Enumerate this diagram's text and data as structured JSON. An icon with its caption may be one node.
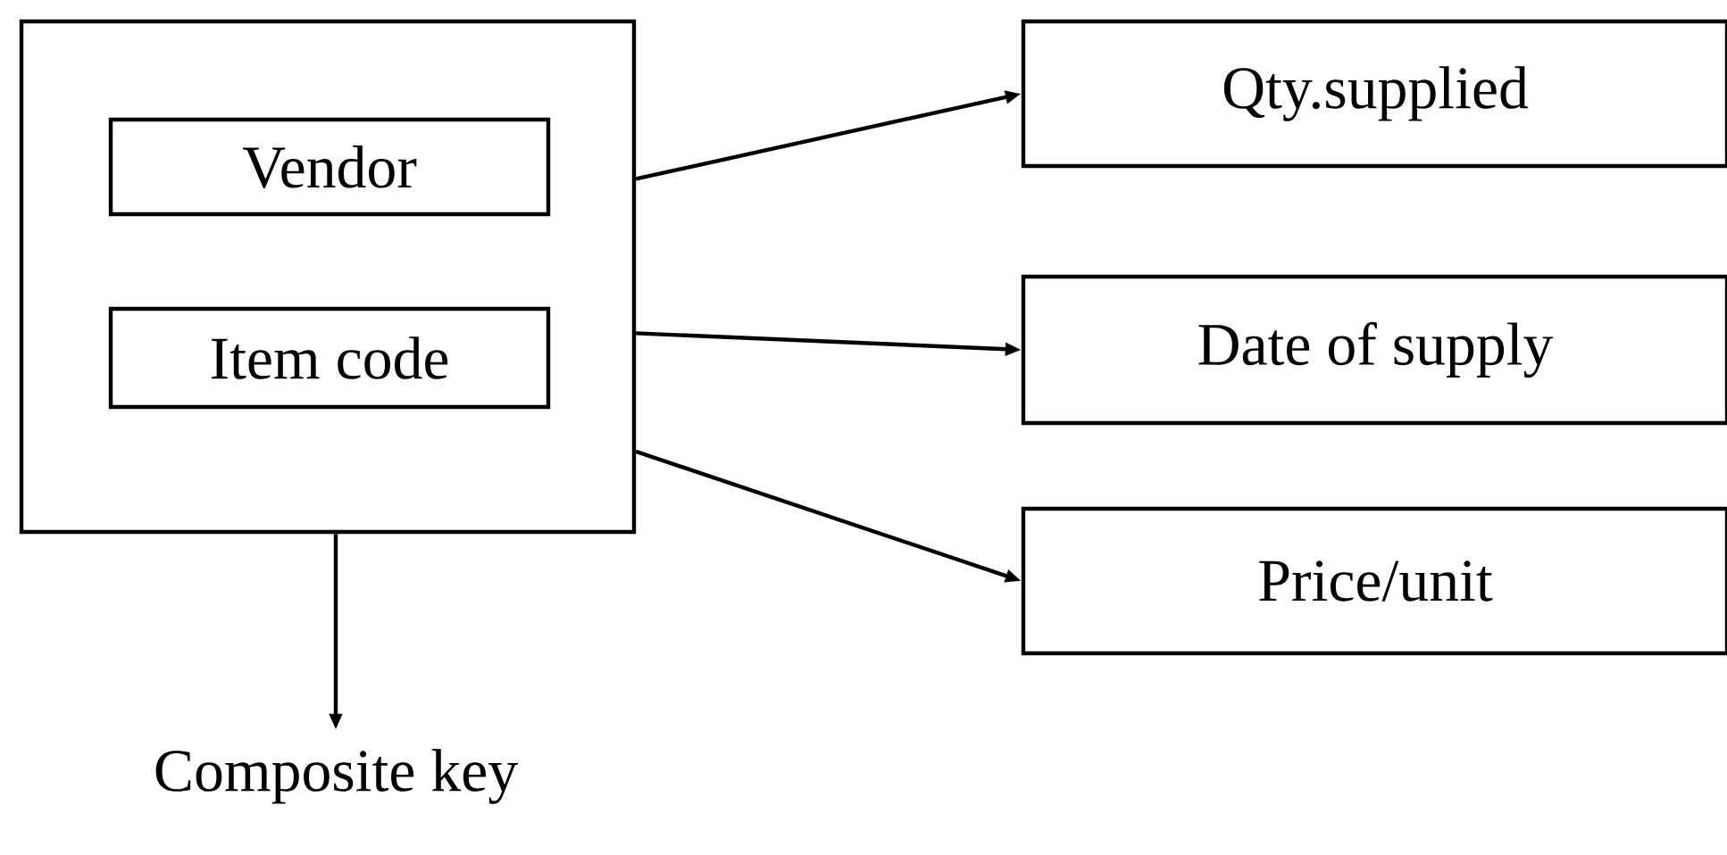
{
  "diagram": {
    "nodes": [
      {
        "text": [],
        "shape": "box"
      },
      {
        "text": [
          "Vendor"
        ],
        "in": 0
      },
      {
        "text": [
          "Item code"
        ],
        "in": 0
      },
      {
        "text": [
          "Qty.supplied"
        ]
      },
      {
        "text": [
          "Date of supply"
        ]
      },
      {
        "text": [
          "Price/unit"
        ]
      },
      {
        "text": [
          "Composite key"
        ]
      }
    ],
    "edges": [
      {
        "from": 0,
        "to": 3,
        "arrow": "to"
      },
      {
        "from": 0,
        "to": 4,
        "arrow": "to"
      },
      {
        "from": 0,
        "to": 5,
        "arrow": "to"
      },
      {
        "from": 0,
        "to": 6,
        "arrow": "to"
      }
    ]
  }
}
